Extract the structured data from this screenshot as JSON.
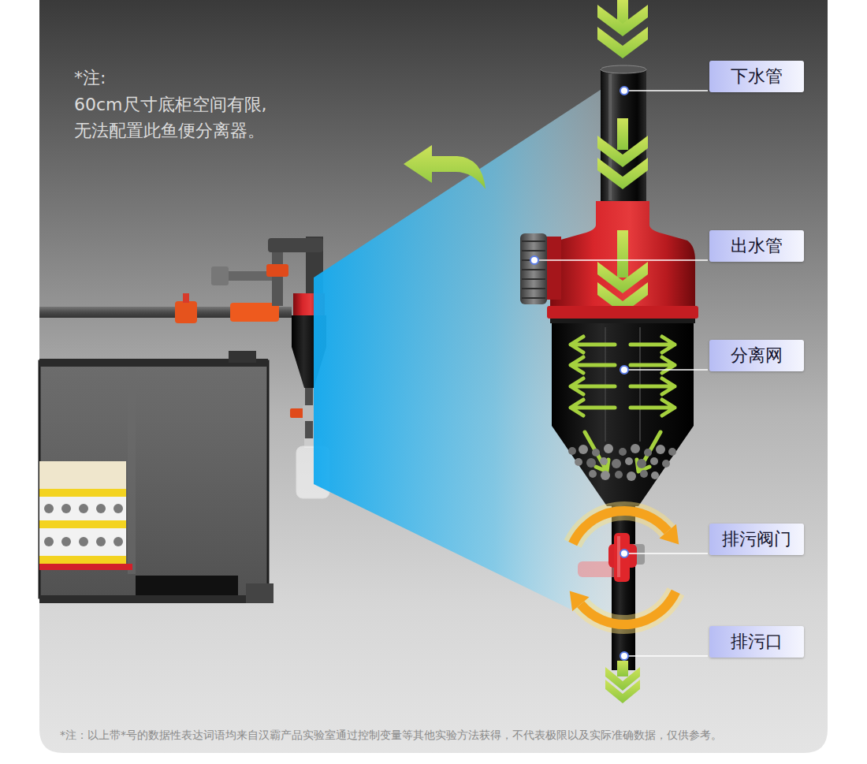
{
  "diagram": {
    "nodes": [
      {
        "text": [
          "下水管"
        ]
      },
      {
        "text": [
          "出水管"
        ]
      },
      {
        "text": [
          "分离网"
        ]
      },
      {
        "text": [
          "排污阀门"
        ]
      },
      {
        "text": [
          "排污口"
        ]
      }
    ],
    "labels": [
      "*注:",
      "60cm尺寸底柜空间有限,",
      "无法配置此鱼便分离器。",
      "*注：以上带*号的数据性表达词语均来自汉霸产品实验室通过控制变量等其他实验方法获得，不代表极限以及实际准确数据，仅供参考。"
    ]
  }
}
